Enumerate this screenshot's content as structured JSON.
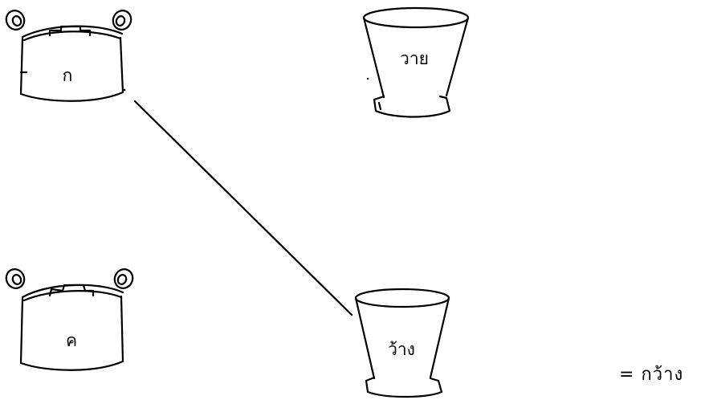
{
  "pots": [
    {
      "label": "ก"
    },
    {
      "label": "ค"
    }
  ],
  "cups": [
    {
      "label": "วาย"
    },
    {
      "label": "ว้าง"
    }
  ],
  "answer": "= กว้าง",
  "ink_color": "#000000",
  "pot_icon": "cooking-pot-icon",
  "cup_icon": "cup-icon"
}
